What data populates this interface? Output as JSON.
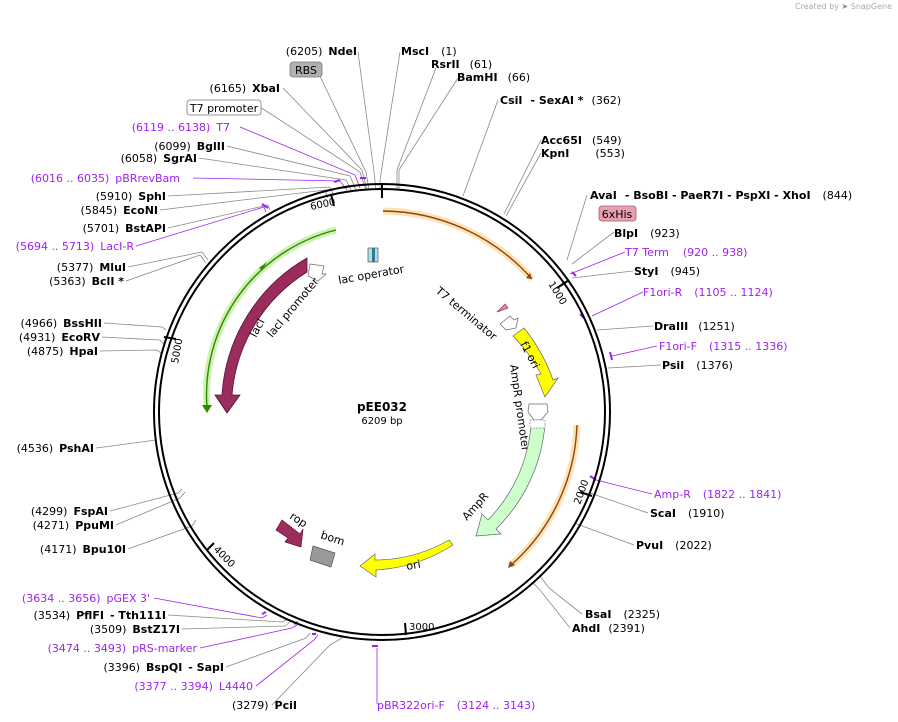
{
  "plasmid": {
    "name": "pEE032",
    "length_label": "6209 bp"
  },
  "credit": {
    "prefix": "Created by",
    "brand": "SnapGene"
  },
  "ticks": [
    "1000",
    "2000",
    "3000",
    "4000",
    "5000",
    "6000"
  ],
  "left_sites": [
    {
      "pos": "(6205)",
      "name": "NdeI"
    },
    {
      "pos": "(6165)",
      "name": "XbaI"
    },
    {
      "pos": "(6099)",
      "name": "BglII"
    },
    {
      "pos": "(6058)",
      "name": "SgrAI"
    },
    {
      "pos": "(5910)",
      "name": "SphI"
    },
    {
      "pos": "(5845)",
      "name": "EcoNI"
    },
    {
      "pos": "(5701)",
      "name": "BstAPI"
    },
    {
      "pos": "(5377)",
      "name": "MluI"
    },
    {
      "pos": "(5363)",
      "name": "BclI *"
    },
    {
      "pos": "(4966)",
      "name": "BssHII"
    },
    {
      "pos": "(4931)",
      "name": "EcoRV"
    },
    {
      "pos": "(4875)",
      "name": "HpaI"
    },
    {
      "pos": "(4536)",
      "name": "PshAI"
    },
    {
      "pos": "(4299)",
      "name": "FspAI"
    },
    {
      "pos": "(4271)",
      "name": "PpuMI"
    },
    {
      "pos": "(4171)",
      "name": "Bpu10I"
    },
    {
      "pos": "(3534)",
      "name": "PflFI",
      "extra": "- Tth111I"
    },
    {
      "pos": "(3509)",
      "name": "BstZ17I"
    },
    {
      "pos": "(3396)",
      "name": "BspQI",
      "extra": "- SapI"
    },
    {
      "pos": "(3279)",
      "name": "PciI"
    }
  ],
  "right_sites": [
    {
      "name": "MscI",
      "pos": "(1)"
    },
    {
      "name": "RsrII",
      "pos": "(61)"
    },
    {
      "name": "BamHI",
      "pos": "(66)"
    },
    {
      "name": "CsiI",
      "extra": "- SexAI *",
      "pos": "(362)"
    },
    {
      "name": "Acc65I",
      "pos": "(549)"
    },
    {
      "name": "KpnI",
      "pos": "(553)"
    },
    {
      "name": "AvaI",
      "extra": "- BsoBI - PaeR7I - PspXI - XhoI",
      "pos": "(844)"
    },
    {
      "name": "BlpI",
      "pos": "(923)"
    },
    {
      "name": "StyI",
      "pos": "(945)"
    },
    {
      "name": "DraIII",
      "pos": "(1251)"
    },
    {
      "name": "PsiI",
      "pos": "(1376)"
    },
    {
      "name": "ScaI",
      "pos": "(1910)"
    },
    {
      "name": "PvuI",
      "pos": "(2022)"
    },
    {
      "name": "BsaI",
      "pos": "(2325)"
    },
    {
      "name": "AhdI",
      "pos": "(2391)"
    }
  ],
  "primers_left": [
    {
      "range": "(6119 .. 6138)",
      "name": "T7"
    },
    {
      "range": "(6016 .. 6035)",
      "name": "pBRrevBam"
    },
    {
      "range": "(5694 .. 5713)",
      "name": "LacI-R"
    },
    {
      "range": "(3634 .. 3656)",
      "name": "pGEX 3'"
    },
    {
      "range": "(3474 .. 3493)",
      "name": "pRS-marker"
    },
    {
      "range": "(3377 .. 3394)",
      "name": "L4440"
    }
  ],
  "primers_right": [
    {
      "name": "T7 Term",
      "range": "(920 .. 938)"
    },
    {
      "name": "F1ori-R",
      "range": "(1105 .. 1124)"
    },
    {
      "name": "F1ori-F",
      "range": "(1315 .. 1336)"
    },
    {
      "name": "Amp-R",
      "range": "(1822 .. 1841)"
    },
    {
      "name": "pBR322ori-F",
      "range": "(3124 .. 3143)"
    }
  ],
  "boxed_features": {
    "rbs": "RBS",
    "t7_promoter": "T7 promoter",
    "his": "6xHis"
  },
  "features": {
    "lac_operator": "lac operator",
    "t7_terminator": "T7 terminator",
    "f1_ori": "f1 ori",
    "ampr_promoter": "AmpR promoter",
    "ampr": "AmpR",
    "ori": "ori",
    "rop": "rop",
    "bom": "bom",
    "laci": "lacI",
    "laci_promoter": "lacI promoter"
  },
  "colors": {
    "primer": "#a020f0",
    "orf_arc": "#8b4513",
    "orf_glow": "#ffd9a0",
    "laci_fill": "#9b2d5c",
    "laci_glow": "#2e8b00",
    "f1_ori": "#ffff00",
    "ampr_fill": "#ccffcc",
    "ori_fill": "#ffff00",
    "rop_fill": "#9b2d5c",
    "bom_fill": "#999999",
    "his_fill": "#e8a0b0",
    "rbs_fill": "#b0b0b0"
  }
}
